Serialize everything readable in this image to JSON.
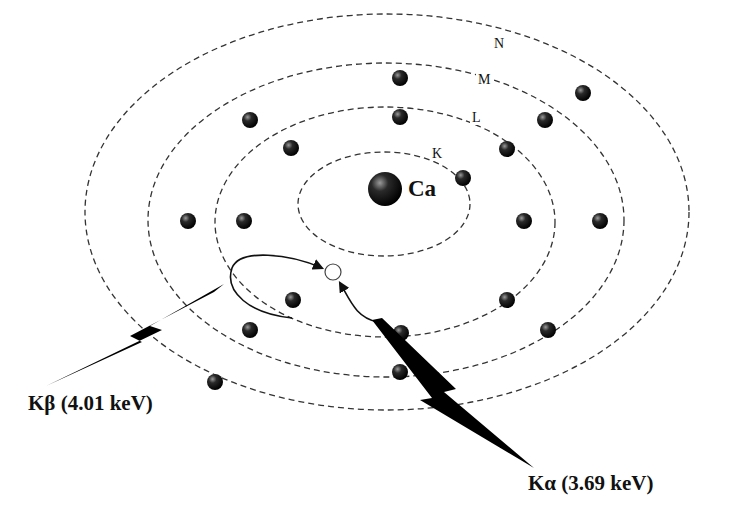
{
  "diagram": {
    "nodes": [
      {
        "text": [
          "Ca"
        ]
      }
    ],
    "labels": [
      "N",
      "M",
      "L",
      "K",
      "Kβ (4.01 keV)",
      "Kα (3.69 keV)"
    ]
  }
}
